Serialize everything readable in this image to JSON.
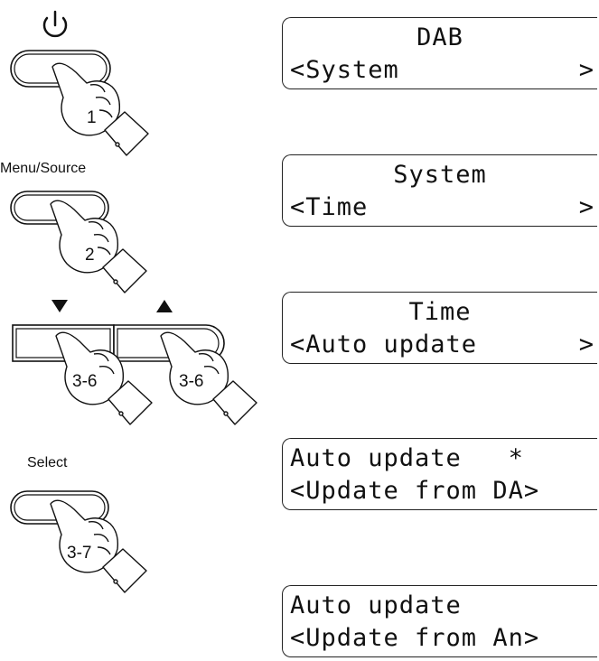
{
  "steps": {
    "power_number": "1",
    "menu_label": "Menu/Source",
    "menu_number": "2",
    "nav_number_left": "3-6",
    "nav_number_right": "3-6",
    "select_label": "Select",
    "select_number": "3-7"
  },
  "screens": [
    {
      "line1": "DAB",
      "line2": "<System",
      "arrow": ">"
    },
    {
      "line1": "System",
      "line2": "<Time",
      "arrow": ">"
    },
    {
      "line1": "Time",
      "line2": "<Auto update",
      "arrow": ">"
    },
    {
      "line1": "Auto update   *",
      "line2": "<Update from DA>",
      "arrow": ""
    },
    {
      "line1": "Auto update",
      "line2": "<Update from An>",
      "arrow": ""
    }
  ]
}
